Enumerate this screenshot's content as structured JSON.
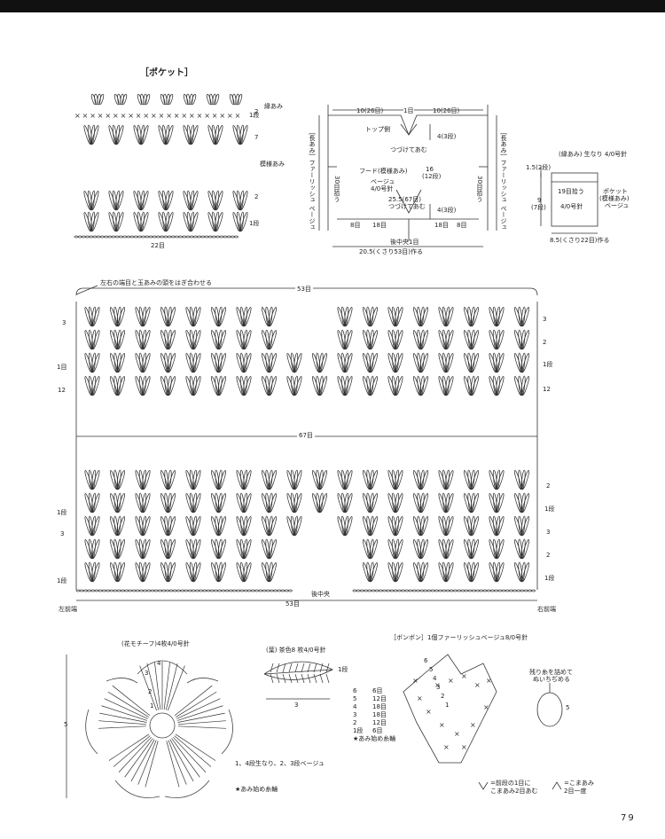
{
  "pocket": {
    "title": "［ポケット］",
    "edge_label": "縁あみ",
    "body_label": "模様あみ",
    "row_2": "2",
    "row_1": "1段",
    "row_7": "7",
    "row_2b": "2",
    "row_1b": "1段",
    "width": "22目"
  },
  "hood_schematic": {
    "left_top": "10(26目)",
    "center_top": "1目",
    "right_top": "10(26目)",
    "top_side": "トップ側",
    "join_top": "つづけてあむ",
    "rows_4_3": "4(3段)",
    "hood_label": "フード(模様あみ)",
    "hood_color": "ベージュ",
    "hood_needle": "4/0号針",
    "height": "16",
    "height_rows": "(12段)",
    "mid_width": "25.5(67目)",
    "join_bottom": "つづけてあむ",
    "rows_4_3b": "4(3段)",
    "pick_left": "30目拾う",
    "pick_right": "30目拾う",
    "side_left": "［長あみ］ファーリッシュ ベージュ",
    "side_right": "［長あみ］ファーリッシュ ベージュ",
    "bottom_left": "8目",
    "bottom_mid": "18目",
    "bottom_mid2": "18目",
    "bottom_right": "8目",
    "center_back": "後中央1目",
    "chain": "20.5(くさり53目)作る"
  },
  "pocket_schematic": {
    "top_h": "1.5(2段)",
    "edge": "(縁あみ) 生なり 4/0号針",
    "height": "9",
    "height_rows": "(7段)",
    "pick": "19目拾う",
    "needle": "4/0号針",
    "label_a": "ポケット",
    "label_b": "(模様あみ)",
    "label_c": "ベージュ",
    "chain": "8.5(くさり22目)作る"
  },
  "main_chart": {
    "note": "左右の端目と玉あみの頭をはぎ合わせる",
    "top_width": "53目",
    "upper_left_3": "3",
    "upper_left_1": "1目",
    "upper_left_12": "12",
    "upper_right_3": "3",
    "upper_right_2": "2",
    "upper_right_1": "1段",
    "upper_right_12": "12",
    "mid_width": "67目",
    "lower_left_1a": "1段",
    "lower_left_3": "3",
    "lower_left_1b": "1段",
    "lower_right_2a": "2",
    "lower_right_1a": "1段",
    "lower_right_3": "3",
    "lower_right_2b": "2",
    "lower_right_1b": "1段",
    "center_back": "後中央",
    "bottom_width": "53目",
    "left_edge": "左前端",
    "right_edge": "右前端"
  },
  "flower": {
    "title": "(花モチーフ)4枚4/0号針",
    "r4": "4",
    "r3": "3",
    "r2": "2",
    "r1": "1",
    "size": "5",
    "colors": "1、4段生なり、2、3段ベージュ",
    "start": "★あみ始め糸輪"
  },
  "leaf": {
    "title": "(葉) 茶色8 枚4/0号針",
    "row": "1段",
    "width": "3"
  },
  "pompom": {
    "title": "［ボンボン］1個ファーリッシュベージュ8/0号針",
    "r6": "6",
    "r5": "5",
    "r4": "4",
    "r3": "3",
    "r2": "2",
    "r1": "1",
    "table": [
      [
        "6",
        "6目"
      ],
      [
        "5",
        "12目"
      ],
      [
        "4",
        "18目"
      ],
      [
        "3",
        "18目"
      ],
      [
        "2",
        "12目"
      ],
      [
        "1段",
        "6目"
      ]
    ],
    "start": "★あみ始め糸輪",
    "stuff_a": "残り糸を詰めて",
    "stuff_b": "ぬいちぢめる",
    "size": "5"
  },
  "legend": {
    "inc_a": "=前段の1目に",
    "inc_b": "こまあみ2目あむ",
    "dec_a": "=こまあみ",
    "dec_b": "2目一度"
  },
  "page_number": "79"
}
